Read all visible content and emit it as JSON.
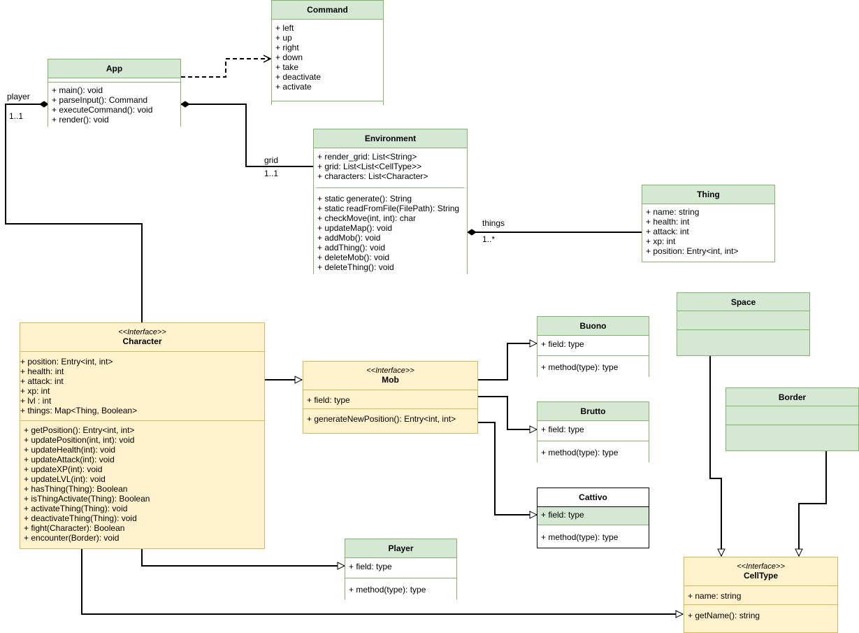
{
  "colors": {
    "green_fill": "#d5e8d4",
    "green_stroke": "#82b366",
    "yellow_fill": "#fff2cc",
    "yellow_stroke": "#d6b656"
  },
  "classes": {
    "command": {
      "name": "Command",
      "attributes": [
        "+ left",
        "+ up",
        "+ right",
        "+ down",
        "+ take",
        "+ deactivate",
        "+ activate"
      ],
      "methods": []
    },
    "app": {
      "name": "App",
      "attributes": [],
      "methods": [
        "+ main(): void",
        "+ parseInput(): Command",
        "+ executeCommand(): void",
        "+ render(): void"
      ]
    },
    "environment": {
      "name": "Environment",
      "attributes": [
        "+ render_grid: List<String>",
        "+ grid: List<List<CellType>>",
        "+ characters: List<Character>"
      ],
      "methods": [
        "+ static generate(): String",
        "+ static readFromFile(FilePath): String",
        "+ checkMove(int, int): char",
        "+ updateMap(): void",
        "+ addMob(): void",
        "+ addThing(): void",
        "+ deleteMob(): void",
        "+ deleteThing(): void"
      ]
    },
    "thing": {
      "name": "Thing",
      "attributes": [
        "+ name: string",
        "+ health: int",
        "+ attack: int",
        "+ xp: int",
        "+ position: Entry<int, int>"
      ]
    },
    "character": {
      "stereotype": "<<Interface>>",
      "name": "Character",
      "attributes": [
        "+ position: Entry<int, int>",
        "+ health: int",
        "+ attack: int",
        "+ xp: int",
        "+ lvl : int",
        "+ things: Map<Thing, Boolean>"
      ],
      "methods": [
        "+ getPosition(): Entry<int, int>",
        "+ updatePosition(int, int): void",
        "+ updateHealth(int): void",
        "+ updateAttack(int): void",
        "+ updateXP(int): void",
        "+ updateLVL(int): void",
        "+ hasThing(Thing): Boolean",
        "+ isThingActivate(Thing): Boolean",
        "+ activateThing(Thing): void",
        "+ deactivateThing(Thing): void",
        "+ fight(Character): Boolean",
        "+ encounter(Border): void"
      ]
    },
    "mob": {
      "stereotype": "<<Interface>>",
      "name": "Mob",
      "attributes": [
        "+ field: type"
      ],
      "methods": [
        "+ generateNewPosition(): Entry<int, int>"
      ]
    },
    "buono": {
      "name": "Buono",
      "attributes": [
        "+ field: type"
      ],
      "methods": [
        "+ method(type): type"
      ]
    },
    "brutto": {
      "name": "Brutto",
      "attributes": [
        "+ field: type"
      ],
      "methods": [
        "+ method(type): type"
      ]
    },
    "cattivo": {
      "name": "Cattivo",
      "attributes": [
        "+ field: type"
      ],
      "methods": [
        "+ method(type): type"
      ]
    },
    "player": {
      "name": "Player",
      "attributes": [
        "+ field: type"
      ],
      "methods": [
        "+ method(type): type"
      ]
    },
    "space": {
      "name": "Space"
    },
    "border": {
      "name": "Border"
    },
    "celltype": {
      "stereotype": "<<Interface>>",
      "name": "CellType",
      "attributes": [
        "+ name: string"
      ],
      "methods": [
        "+ getName(): string"
      ]
    }
  },
  "labels": {
    "player_role": "player",
    "player_mult": "1..1",
    "grid_role": "grid",
    "grid_mult": "1..1",
    "things_role": "things",
    "things_mult": "1..*"
  }
}
